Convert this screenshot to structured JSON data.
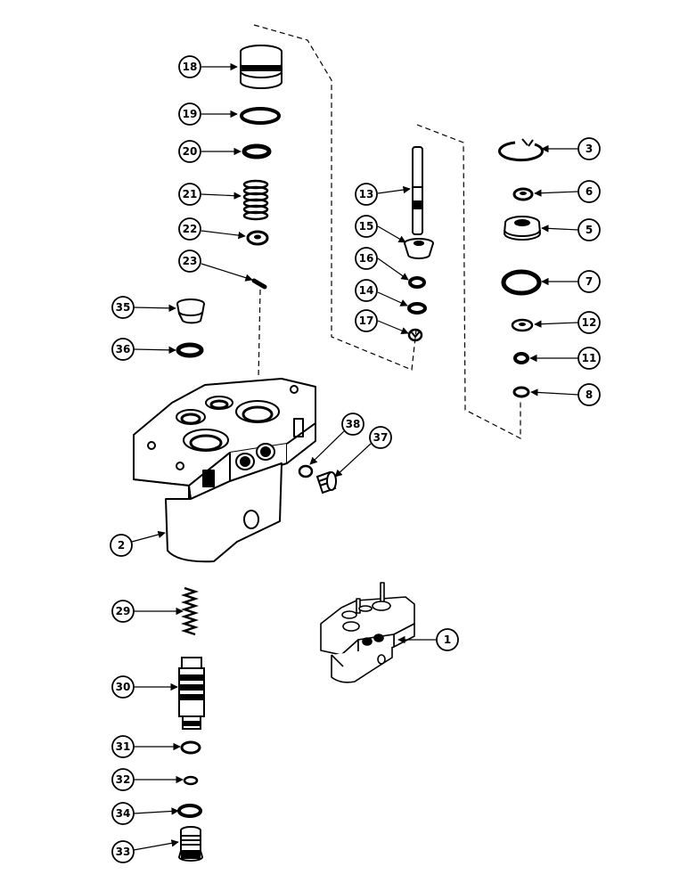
{
  "diagram": {
    "callouts": [
      {
        "id": "c18",
        "label": "18"
      },
      {
        "id": "c19",
        "label": "19"
      },
      {
        "id": "c20",
        "label": "20"
      },
      {
        "id": "c21",
        "label": "21"
      },
      {
        "id": "c22",
        "label": "22"
      },
      {
        "id": "c23",
        "label": "23"
      },
      {
        "id": "c35",
        "label": "35"
      },
      {
        "id": "c36",
        "label": "36"
      },
      {
        "id": "c13",
        "label": "13"
      },
      {
        "id": "c15",
        "label": "15"
      },
      {
        "id": "c16",
        "label": "16"
      },
      {
        "id": "c14",
        "label": "14"
      },
      {
        "id": "c17",
        "label": "17"
      },
      {
        "id": "c3",
        "label": "3"
      },
      {
        "id": "c6",
        "label": "6"
      },
      {
        "id": "c5",
        "label": "5"
      },
      {
        "id": "c7",
        "label": "7"
      },
      {
        "id": "c12",
        "label": "12"
      },
      {
        "id": "c11",
        "label": "11"
      },
      {
        "id": "c8",
        "label": "8"
      },
      {
        "id": "c38",
        "label": "38"
      },
      {
        "id": "c37",
        "label": "37"
      },
      {
        "id": "c2",
        "label": "2"
      },
      {
        "id": "c29",
        "label": "29"
      },
      {
        "id": "c30",
        "label": "30"
      },
      {
        "id": "c1",
        "label": "1"
      },
      {
        "id": "c31",
        "label": "31"
      },
      {
        "id": "c32",
        "label": "32"
      },
      {
        "id": "c34",
        "label": "34"
      },
      {
        "id": "c33",
        "label": "33"
      }
    ]
  }
}
